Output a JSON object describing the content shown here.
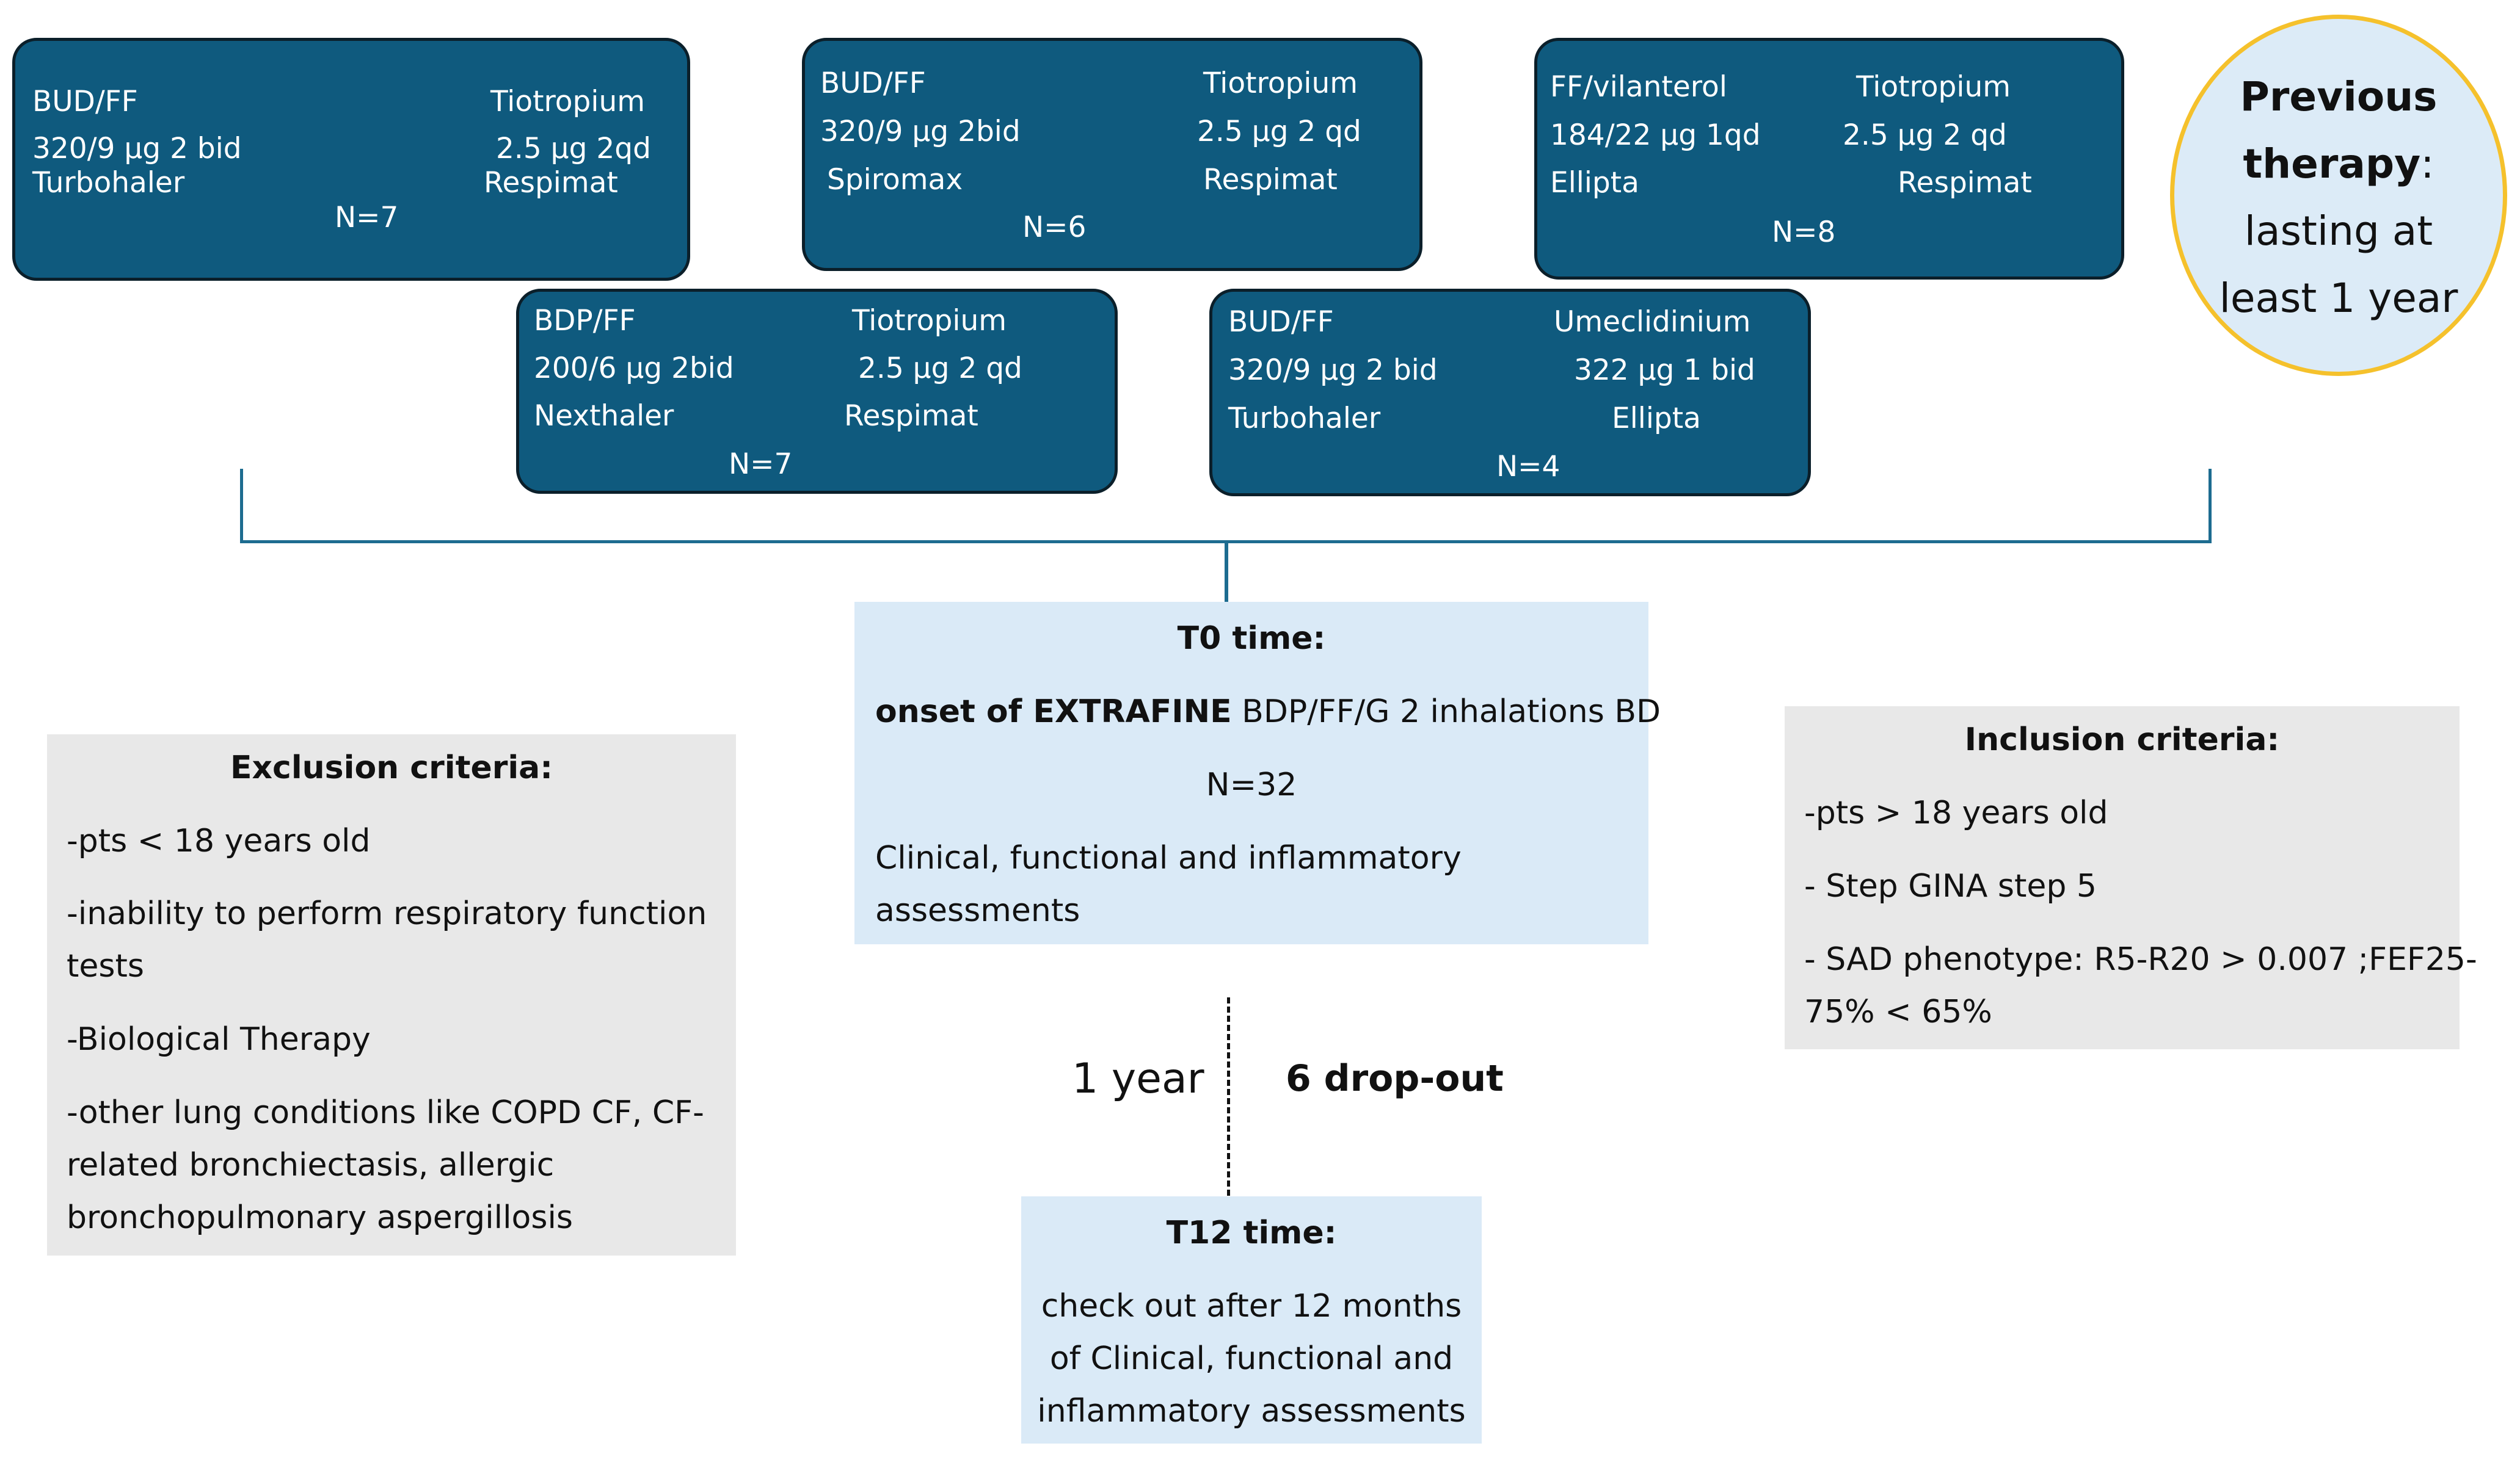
{
  "groups": [
    {
      "drug_a": "BUD/FF",
      "dose_a": "320/9 µg   2 bid",
      "device_a": "Turbohaler",
      "drug_b": "Tiotropium",
      "dose_b": "2.5 µg 2qd",
      "device_b": "Respimat",
      "n": "N=7"
    },
    {
      "drug_a": "BUD/FF",
      "dose_a": "320/9 µg   2bid",
      "device_a": "Spiromax",
      "drug_b": "Tiotropium",
      "dose_b": "2.5 µg 2 qd",
      "device_b": "Respimat",
      "n": "N=6"
    },
    {
      "drug_a": "FF/vilanterol",
      "dose_a": "184/22 µg  1qd",
      "device_a": "Ellipta",
      "drug_b": "Tiotropium",
      "dose_b": "2.5 µg 2 qd",
      "device_b": "Respimat",
      "n": "N=8"
    },
    {
      "drug_a": "BDP/FF",
      "dose_a": "200/6 µg  2bid",
      "device_a": "Nexthaler",
      "drug_b": "Tiotropium",
      "dose_b": "2.5 µg 2 qd",
      "device_b": "Respimat",
      "n": "N=7"
    },
    {
      "drug_a": "BUD/FF",
      "dose_a": "320/9 µg   2 bid",
      "device_a": "Turbohaler",
      "drug_b": "Umeclidinium",
      "dose_b": "322 µg 1 bid",
      "device_b": "Ellipta",
      "n": "N=4"
    }
  ],
  "previous_therapy": {
    "bold_1": "Previous",
    "bold_2": "therapy",
    "colon": ":",
    "line_3": "lasting at",
    "line_4": "least 1 year"
  },
  "t0": {
    "title": "T0 time:",
    "onset_bold": "onset of EXTRAFINE",
    "onset_rest": " BDP/FF/G 2 inhalations BD",
    "n": "N=32",
    "assess_1": "Clinical, functional and inflammatory",
    "assess_2": "assessments"
  },
  "interval": {
    "duration": "1 year",
    "dropout": "6 drop-out"
  },
  "t12": {
    "title": "T12 time:",
    "line_1": "check out after 12 months",
    "line_2": "of Clinical, functional and",
    "line_3": "inflammatory assessments"
  },
  "exclusion": {
    "title": "Exclusion criteria:",
    "lines": [
      "-pts < 18 years old",
      "-inability to perform respiratory function",
      "tests",
      "-Biological Therapy",
      "-other lung conditions like COPD CF, CF-",
      "related bronchiectasis, allergic",
      "bronchopulmonary aspergillosis"
    ]
  },
  "inclusion": {
    "title": "Inclusion criteria:",
    "lines": [
      "-pts > 18 years old",
      "- Step GINA step 5",
      "- SAD phenotype: R5-R20 > 0.007 ;FEF25-",
      "75% < 65%"
    ]
  },
  "colors": {
    "group_fill": "#0f5a7e",
    "group_border": "#0b1f2a",
    "connector": "#1d6c90",
    "timeline_box": "#daeaf7",
    "criteria_box": "#e8e8e8",
    "circle_border": "#f5c12c",
    "circle_fill": "#dcebf7"
  }
}
